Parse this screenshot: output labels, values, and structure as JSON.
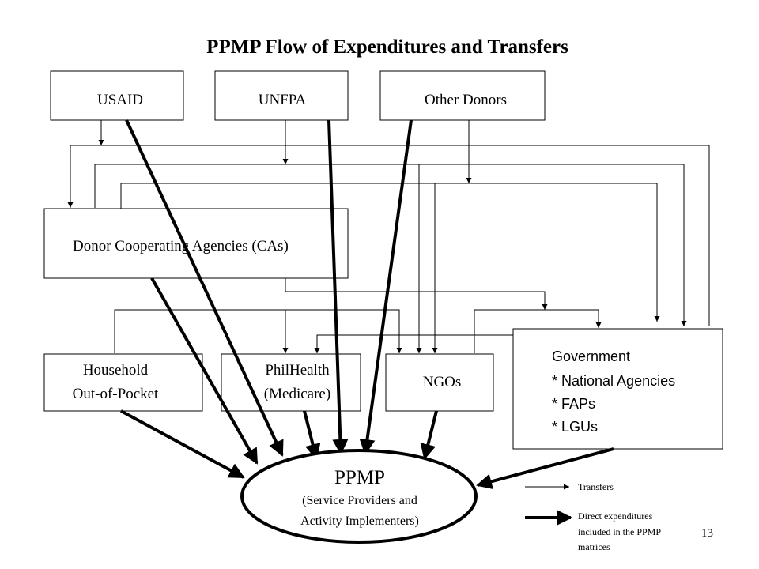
{
  "title": "PPMP Flow of  Expenditures and Transfers",
  "nodes": {
    "usaid": "USAID",
    "unfpa": "UNFPA",
    "other_donors": "Other Donors",
    "cas": "Donor Cooperating Agencies (CAs)",
    "household": [
      "Household",
      "Out-of-Pocket"
    ],
    "philhealth": [
      "PhilHealth",
      "(Medicare)"
    ],
    "ngos": "NGOs",
    "government": [
      "Government",
      "* National Agencies",
      "* FAPs",
      "* LGUs"
    ],
    "ppmp": {
      "title": "PPMP",
      "subtitle": [
        "(Service Providers and",
        "Activity Implementers)"
      ]
    }
  },
  "legend": {
    "transfers": "Transfers",
    "direct": [
      "Direct expenditures",
      "included in the PPMP",
      "matrices"
    ]
  },
  "page_number": "13",
  "colors": {
    "line": "#000000",
    "background": "#ffffff"
  }
}
